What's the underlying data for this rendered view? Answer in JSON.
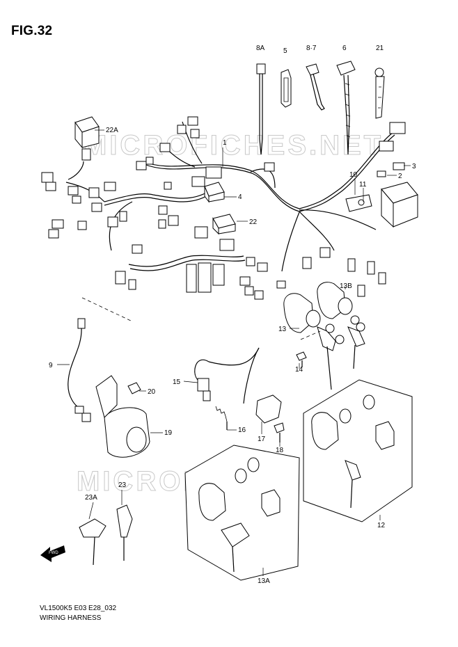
{
  "figure": {
    "title": "FIG.32",
    "model_code": "VL1500K5 E03 E28_032",
    "section_name": "WIRING HARNESS"
  },
  "watermark": "MICROFICHES.NET",
  "direction_arrow": "FWD",
  "callouts": {
    "c1": "1",
    "c2": "2",
    "c3": "3",
    "c4": "4",
    "c5": "5",
    "c6": "6",
    "c87": "8·7",
    "c8a": "8A",
    "c9": "9",
    "c10": "10",
    "c11": "11",
    "c12": "12",
    "c13": "13",
    "c13a": "13A",
    "c13b": "13B",
    "c14": "14",
    "c15": "15",
    "c16": "16",
    "c17": "17",
    "c18": "18",
    "c19": "19",
    "c20": "20",
    "c21": "21",
    "c22": "22",
    "c22a": "22A",
    "c23": "23",
    "c23a": "23A"
  }
}
